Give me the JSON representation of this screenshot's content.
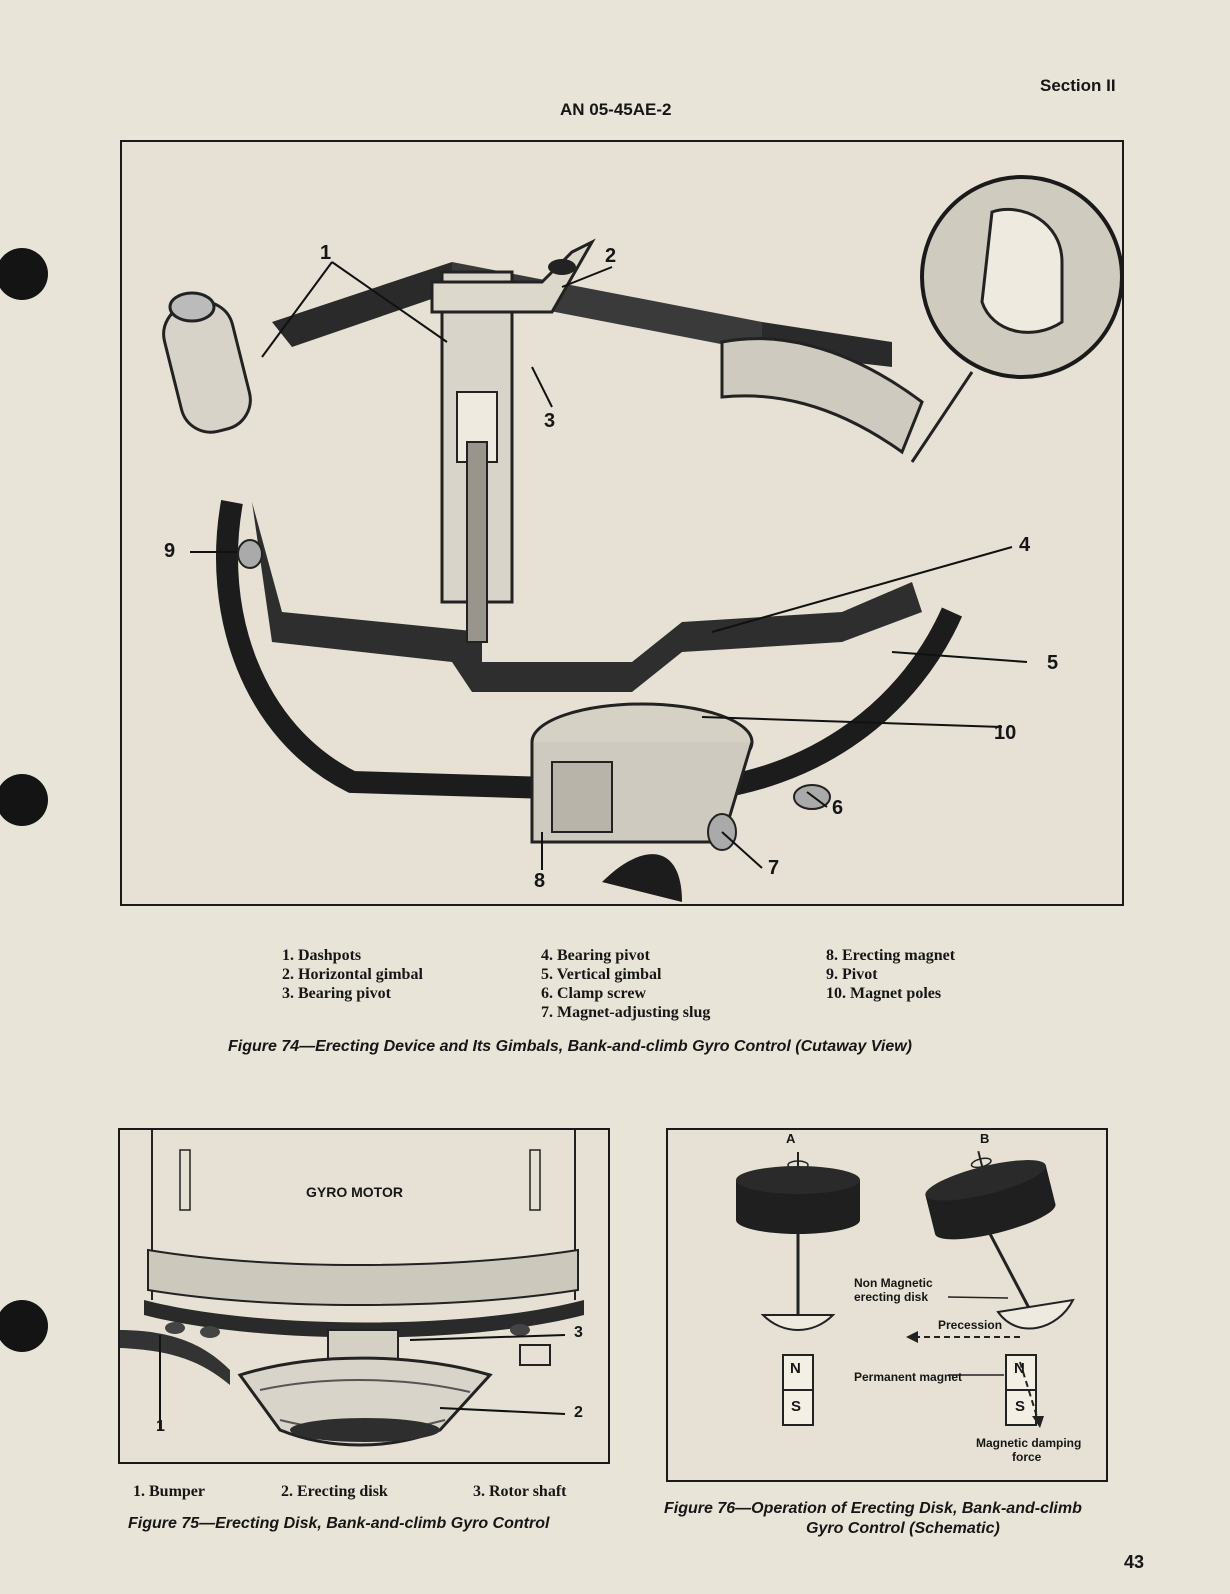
{
  "header": {
    "section": "Section II",
    "doc_number": "AN 05-45AE-2"
  },
  "figure74": {
    "callouts": [
      "1",
      "2",
      "3",
      "4",
      "5",
      "6",
      "7",
      "8",
      "9",
      "10"
    ],
    "legend_col1": [
      "1.  Dashpots",
      "2.  Horizontal gimbal",
      "3.  Bearing pivot"
    ],
    "legend_col2": [
      "4.  Bearing pivot",
      "5.  Vertical gimbal",
      "6.  Clamp screw",
      "7.  Magnet-adjusting slug"
    ],
    "legend_col3": [
      "8.  Erecting magnet",
      "9.  Pivot",
      "10.  Magnet poles"
    ],
    "caption": "Figure 74—Erecting Device and Its Gimbals, Bank-and-climb Gyro Control (Cutaway View)"
  },
  "figure75": {
    "motor_label": "GYRO MOTOR",
    "callouts": [
      "1",
      "2",
      "3"
    ],
    "legend": [
      "1.  Bumper",
      "2.  Erecting disk",
      "3.  Rotor shaft"
    ],
    "caption": "Figure 75—Erecting Disk, Bank-and-climb Gyro Control"
  },
  "figure76": {
    "label_a": "A",
    "label_b": "B",
    "disk_label_1": "Non Magnetic",
    "disk_label_2": "erecting disk",
    "precession": "Precession",
    "permanent_magnet": "Permanent magnet",
    "pole_n": "N",
    "pole_s": "S",
    "damping_1": "Magnetic damping",
    "damping_2": "force",
    "caption_1": "Figure 76—Operation of Erecting Disk, Bank-and-climb",
    "caption_2": "Gyro Control (Schematic)"
  },
  "footer": {
    "page_number": "43"
  }
}
